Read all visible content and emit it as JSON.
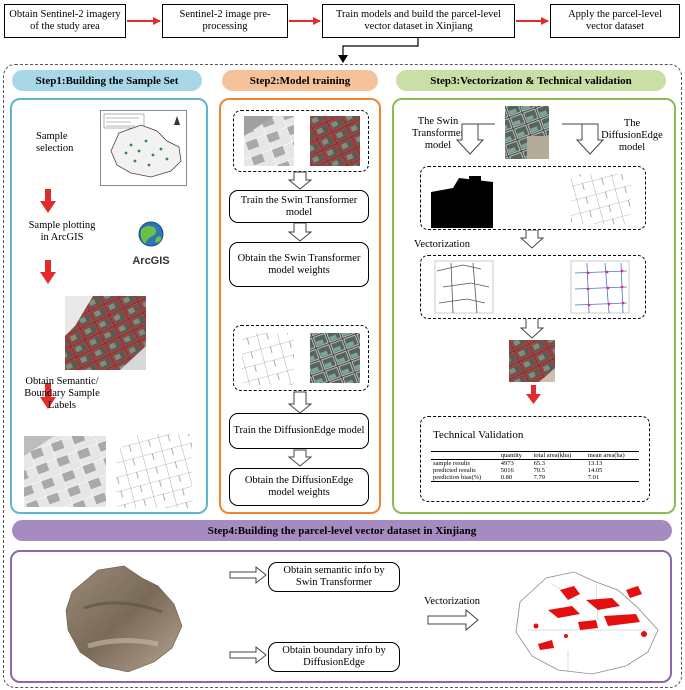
{
  "colors": {
    "step1_border": "#5fb4cf",
    "step1_header": "#a8d8e8",
    "step2_border": "#f0852e",
    "step2_header": "#f6c299",
    "step3_border": "#8cbd54",
    "step3_header": "#c8dfa6",
    "step4_border": "#8b68a8",
    "step4_header": "#a68bc0",
    "arrow_red": "#e32b2b"
  },
  "flow": [
    "Obtain Sentinel-2 imagery of the study area",
    "Sentinel-2 image pre-processing",
    "Train models and build the parcel-level vector dataset in Xinjiang",
    "Apply the  parcel-level vector dataset"
  ],
  "step1": {
    "title": "Step1:Building the Sample Set",
    "sample_selection": "Sample selection",
    "sample_plotting": "Sample plotting in ArcGIS",
    "arcgis_logo": "ArcGIS",
    "obtain_labels": "Obtain Semantic/ Boundary Sample Labels"
  },
  "step2": {
    "title": "Step2:Model training",
    "train_swin": "Train the Swin Transformer model",
    "weights_swin": "Obtain the Swin Transformer model weights",
    "train_diff": "Train the  DiffusionEdge model",
    "weights_diff": "Obtain the DiffusionEdge model weights"
  },
  "step3": {
    "title": "Step3:Vectorization & Technical validation",
    "swin_label": "The Swin Transformer model",
    "diff_label": "The DiffusionEdge model",
    "vectorization": "Vectorization",
    "tech_validation": "Technical Validation",
    "table": {
      "headers": [
        "",
        "quantity",
        "total area(kha)",
        "mean area(ha)"
      ],
      "rows": [
        [
          "sample results",
          "4973",
          "65.3",
          "13.13"
        ],
        [
          "predicted results",
          "5016",
          "70.5",
          "14.05"
        ],
        [
          "prediction bias(%)",
          "0.80",
          "7.79",
          "7.01"
        ]
      ]
    }
  },
  "step4": {
    "title": "Step4:Building  the  parcel-level vector dataset in Xinjiang",
    "semantic": "Obtain semantic info by Swin Transformer",
    "boundary": "Obtain boundary info by DiffusionEdge",
    "vectorization": "Vectorization"
  }
}
